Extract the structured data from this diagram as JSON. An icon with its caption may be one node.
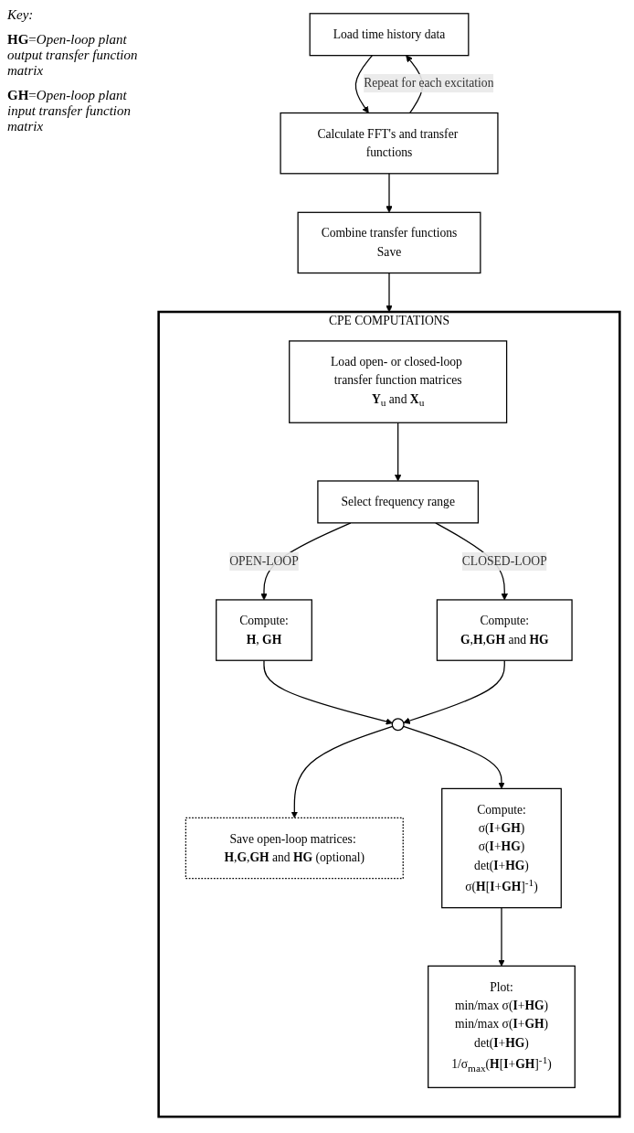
{
  "diagram": {
    "nodes": [
      {
        "text": [
          "Load time history data"
        ]
      },
      {
        "text": [
          "Calculate FFT's and transfer functions"
        ]
      },
      {
        "text": [
          "Combine transfer functions",
          "Save"
        ]
      },
      {
        "text": [
          "CPE COMPUTATIONS"
        ]
      },
      {
        "text": [
          "Load open- or closed-loop transfer function matrices",
          "**Y**$_{u}$ and **X**$_{u}$"
        ],
        "in": 3
      },
      {
        "text": [
          "Select frequency range"
        ],
        "in": 3
      },
      {
        "text": [
          "Compute:",
          "**H**, **GH**"
        ],
        "in": 3
      },
      {
        "text": [
          "Compute:",
          "**G**,**H**,**GH** and **HG**"
        ],
        "in": 3
      },
      {
        "text": [],
        "shape": "circle",
        "in": 3
      },
      {
        "text": [
          "Save open-loop matrices: **H**,**G**,**GH** and **HG** (optional)"
        ],
        "in": 3
      },
      {
        "text": [
          "Compute:",
          "σ(**I**+**GH**)",
          "σ(**I**+**HG**)",
          "det(**I**+**HG**)",
          "σ(**H**[**I**+**GH**]$^{-1}$)"
        ],
        "in": 3
      },
      {
        "text": [
          "Plot:",
          "min/max σ(**I**+**HG**)",
          "min/max σ(**I**+**GH**)",
          "det(**I**+**HG**)",
          "1/σ$_{max}$(**H**[**I**+**GH**]$^{-1}$)"
        ],
        "in": 3
      }
    ],
    "edges": [
      {
        "from": 0,
        "to": 1,
        "arrow": "to"
      },
      {
        "from": 1,
        "to": 0,
        "arrow": "to",
        "label": "Repeat for each excitation"
      },
      {
        "from": 1,
        "to": 2,
        "arrow": "to"
      },
      {
        "from": 2,
        "to": 3,
        "arrow": "to"
      },
      {
        "from": 4,
        "to": 5,
        "arrow": "to"
      },
      {
        "from": 5,
        "to": 6,
        "arrow": "to",
        "label": "OPEN-LOOP"
      },
      {
        "from": 5,
        "to": 7,
        "arrow": "to",
        "label": "CLOSED-LOOP"
      },
      {
        "from": 6,
        "to": 8,
        "arrow": "to"
      },
      {
        "from": 7,
        "to": 8,
        "arrow": "to"
      },
      {
        "from": 8,
        "to": 9,
        "arrow": "to"
      },
      {
        "from": 8,
        "to": 10,
        "arrow": "to"
      },
      {
        "from": 10,
        "to": 11,
        "arrow": "to"
      }
    ],
    "labels": [
      "*Key:*",
      "**HG**=*Open-loop plant output transfer function matrix*",
      "**GH**=*Open-loop plant input transfer function matrix*"
    ]
  }
}
